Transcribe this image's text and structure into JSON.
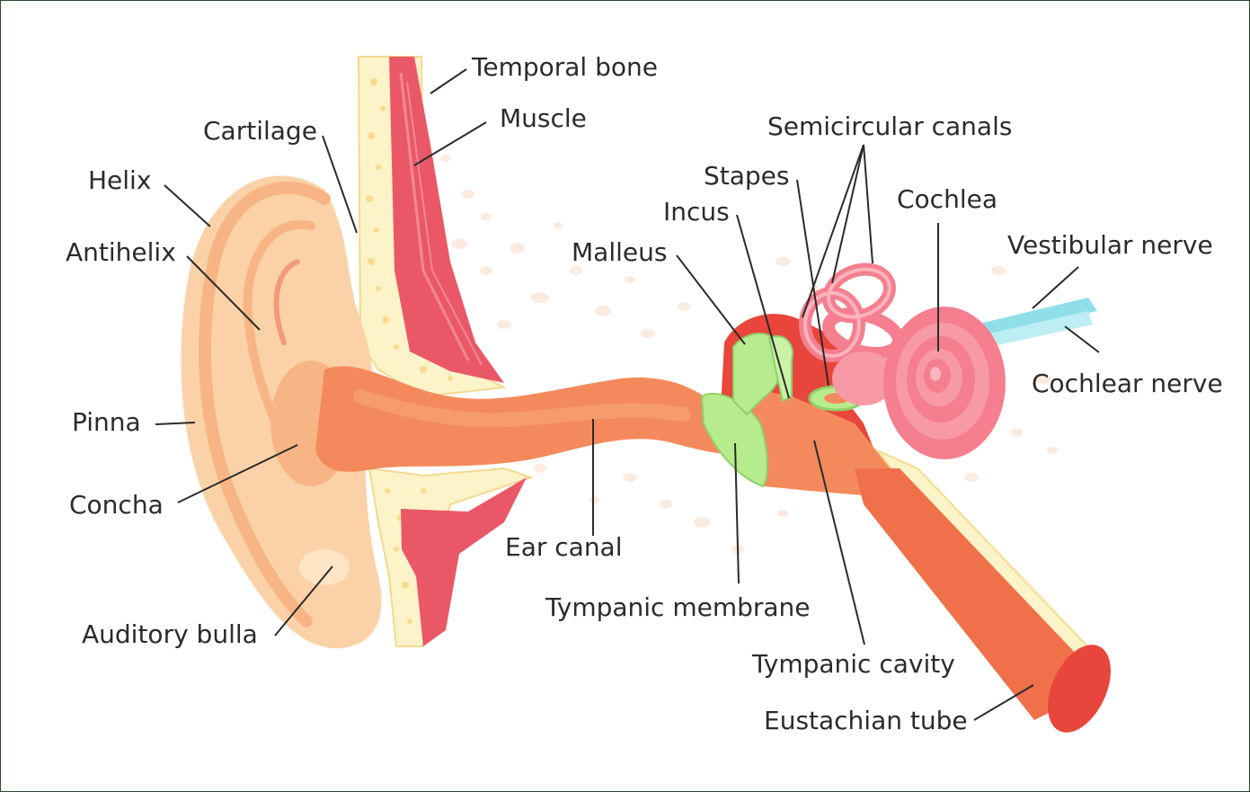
{
  "colors": {
    "ink": "#2b2b2b",
    "frame": "#2c4a30",
    "skin_light": "#fbd2a7",
    "skin_mid": "#f7b585",
    "canal": "#f48a5c",
    "canal_dark": "#e5633f",
    "bone": "#fdf3c9",
    "muscle": "#ea5867",
    "inner_ear": "#f57f8e",
    "ossicle": "#b7ec8e",
    "nerve": "#8fdfe9"
  },
  "labels": {
    "temporal_bone": "Temporal bone",
    "muscle": "Muscle",
    "cartilage": "Cartilage",
    "helix": "Helix",
    "antihelix": "Antihelix",
    "pinna": "Pinna",
    "concha": "Concha",
    "auditory_bulla": "Auditory bulla",
    "ear_canal": "Ear canal",
    "tympanic_membrane": "Tympanic membrane",
    "tympanic_cavity": "Tympanic cavity",
    "eustachian_tube": "Eustachian tube",
    "malleus": "Malleus",
    "incus": "Incus",
    "stapes": "Stapes",
    "semicircular_canals": "Semicircular canals",
    "cochlea": "Cochlea",
    "vestibular_nerve": "Vestibular nerve",
    "cochlear_nerve": "Cochlear nerve"
  }
}
